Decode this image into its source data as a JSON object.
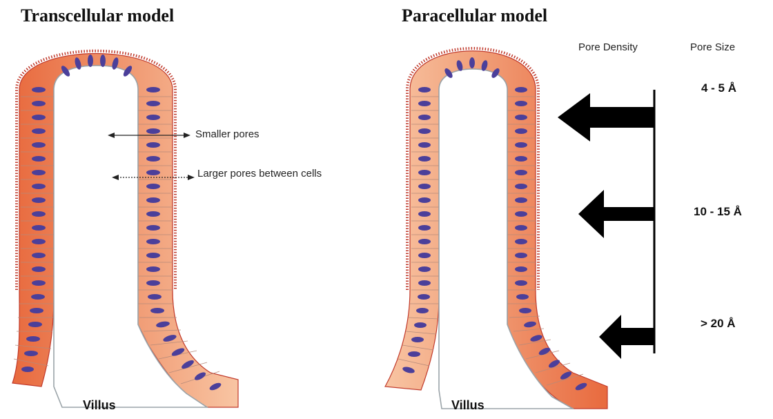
{
  "titles": {
    "transcellular": "Transcellular model",
    "paracellular": "Paracellular model"
  },
  "headers": {
    "pore_density": "Pore Density",
    "pore_size": "Pore Size"
  },
  "pore_sizes": [
    "4 - 5 Å",
    "10 - 15 Å",
    "> 20 Å"
  ],
  "labels": {
    "smaller_pores": "Smaller pores",
    "larger_pores": "Larger pores between cells"
  },
  "villus_labels": {
    "left": "Villus",
    "right": "Villus"
  },
  "colors": {
    "cell_inner": "#f4a077",
    "cell_outer": "#e9653a",
    "microvilli": "#c0392b",
    "nucleus": "#4b3f9a",
    "membrane": "#9aa3a8",
    "arrow": "#000000"
  }
}
